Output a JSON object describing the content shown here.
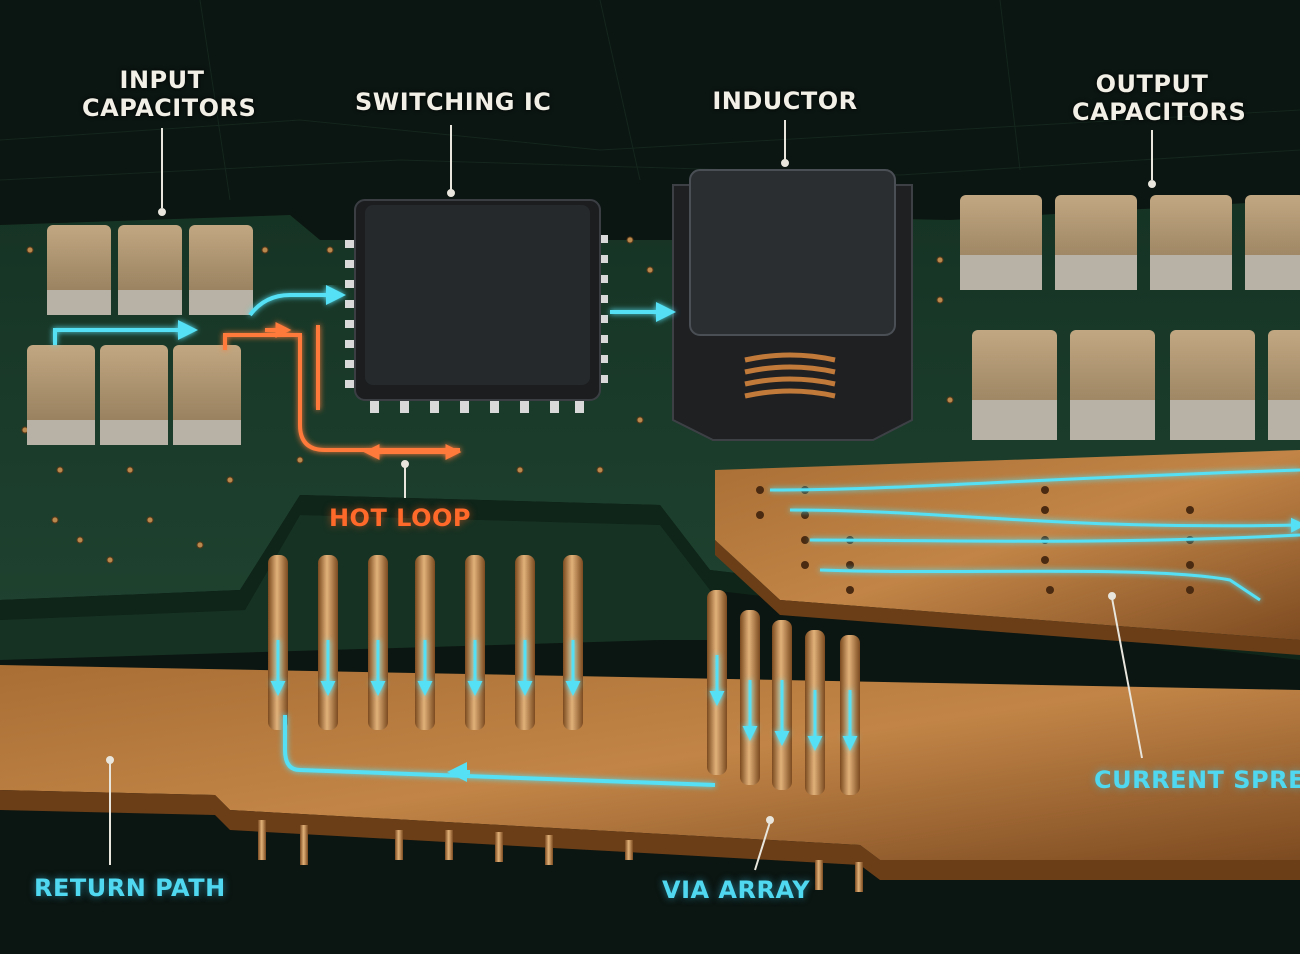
{
  "labels": {
    "input_capacitors": [
      "INPUT",
      "CAPACITORS"
    ],
    "switching_ic": "SWITCHING IC",
    "inductor": "INDUCTOR",
    "output_capacitors": [
      "OUTPUT",
      "CAPACITORS"
    ],
    "hot_loop": "HOT LOOP",
    "current_spread": "CURRENT SPREAD",
    "return_path": "RETURN PATH",
    "via_array": "VIA ARRAY"
  },
  "colors": {
    "background": "#0a1410",
    "board_green": "#1c3a2a",
    "copper": "#b57a3c",
    "current_flow": "#4fd8f0",
    "hot_loop": "#ff6a2a",
    "label_text": "#f1efe6"
  }
}
